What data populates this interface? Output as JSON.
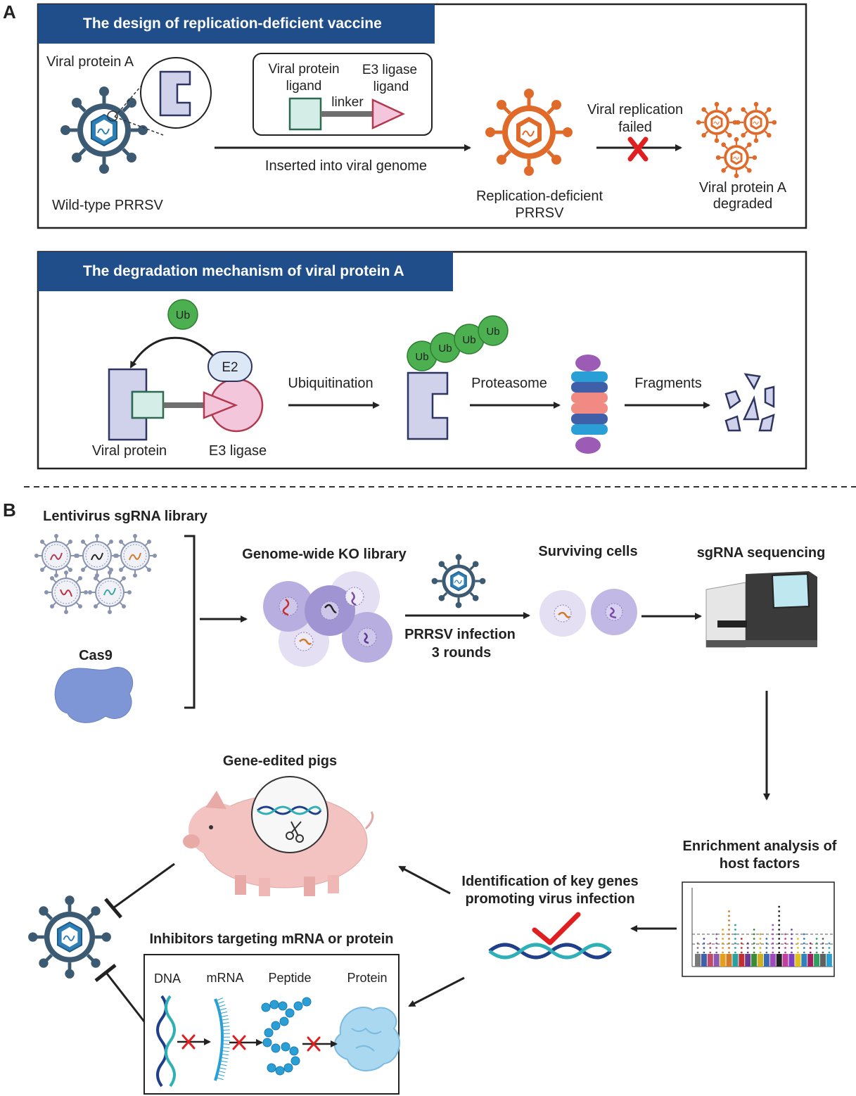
{
  "panel_a": {
    "label": "A",
    "design_header": "The design of replication-deficient vaccine",
    "viral_protein_a": "Viral protein A",
    "wild_type": "Wild-type PRRSV",
    "box_vp_ligand_1": "Viral protein",
    "box_vp_ligand_2": "ligand",
    "box_e3_ligand_1": "E3 ligase",
    "box_e3_ligand_2": "ligand",
    "box_linker": "linker",
    "inserted": "Inserted into viral genome",
    "rep_def_1": "Replication-deficient",
    "rep_def_2": "PRRSV",
    "rep_failed_1": "Viral replication",
    "rep_failed_2": "failed",
    "degraded_1": "Viral protein A",
    "degraded_2": "degraded",
    "mech_header": "The degradation mechanism of viral protein A",
    "ub": "Ub",
    "e2": "E2",
    "viral_protein": "Viral protein",
    "e3_ligase": "E3 ligase",
    "ubiquitination": "Ubiquitination",
    "proteasome": "Proteasome",
    "fragments": "Fragments"
  },
  "panel_b": {
    "label": "B",
    "lenti_lib": "Lentivirus sgRNA library",
    "cas9": "Cas9",
    "ko_lib": "Genome-wide KO library",
    "prrsv_inf_1": "PRRSV infection",
    "prrsv_inf_2": "3 rounds",
    "surviving": "Surviving cells",
    "sgrna_seq": "sgRNA sequencing",
    "enrich_1": "Enrichment analysis of",
    "enrich_2": "host factors",
    "identif_1": "Identification of key genes",
    "identif_2": "promoting virus infection",
    "gene_pigs": "Gene-edited pigs",
    "inhibitors": "Inhibitors targeting mRNA or protein",
    "dna": "DNA",
    "mrna": "mRNA",
    "peptide": "Peptide",
    "protein": "Protein"
  },
  "colors": {
    "header_blue": "#1f4e8a",
    "virus_blue": "#3c5a72",
    "virus_orange": "#e06a2a",
    "protein_fill": "#cfd2ea",
    "ub_green": "#4caf50",
    "e3_pink": "#f4c6dc",
    "cell_purple": "#b0a5d8"
  }
}
